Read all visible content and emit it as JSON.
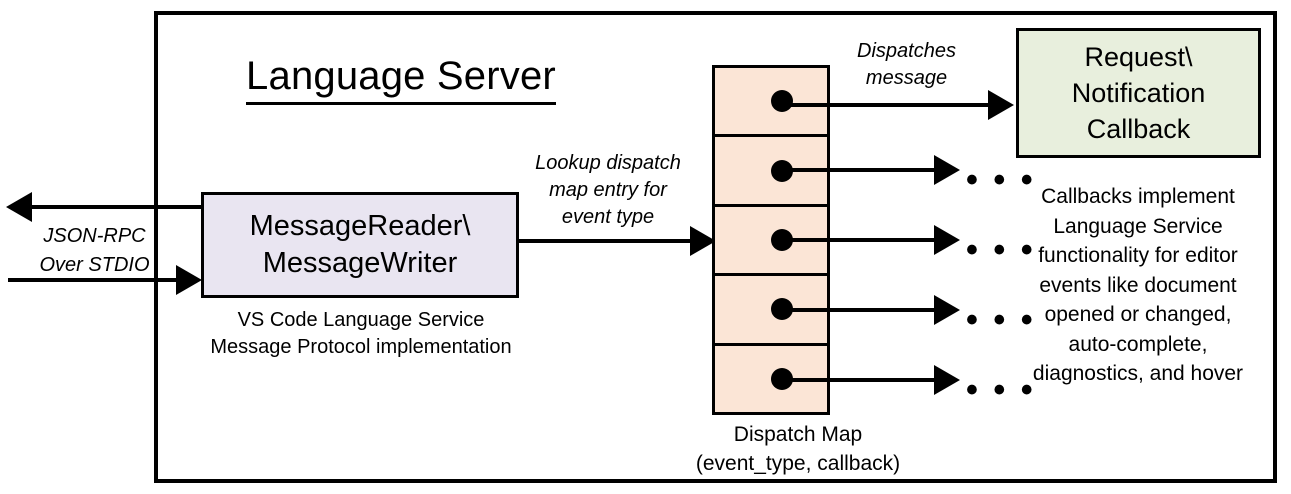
{
  "diagram": {
    "title": "Language Server",
    "frame_color": "#000000",
    "background": "#ffffff"
  },
  "nodes": {
    "message_reader": {
      "label": "MessageReader\\\nMessageWriter",
      "line1": "MessageReader\\",
      "line2": "MessageWriter",
      "fill": "#e9e5f1",
      "caption_line1": "VS Code Language Service",
      "caption_line2": "Message Protocol implementation"
    },
    "dispatch_map": {
      "fill": "#fbe5d6",
      "cell_count": 5,
      "caption_line1": "Dispatch Map",
      "caption_line2": "(event_type, callback)",
      "cells": [
        {
          "index": 1,
          "marker": "callback-dot"
        },
        {
          "index": 2,
          "marker": "callback-dot"
        },
        {
          "index": 3,
          "marker": "callback-dot"
        },
        {
          "index": 4,
          "marker": "callback-dot"
        },
        {
          "index": 5,
          "marker": "callback-dot"
        }
      ]
    },
    "callback": {
      "line1": "Request\\",
      "line2": "Notification",
      "line3": "Callback",
      "fill": "#e8efdd",
      "caption": "Callbacks implement Language Service functionality for editor events like document opened or changed, auto-complete, diagnostics, and hover",
      "caption_lines": [
        "Callbacks implement",
        "Language Service",
        "functionality for editor",
        "events like document",
        "opened or changed,",
        "auto-complete,",
        "diagnostics, and hover"
      ]
    }
  },
  "edges": {
    "external_io": {
      "label_line1": "JSON-RPC",
      "label_line2": "Over STDIO",
      "outbound_direction": "left",
      "inbound_direction": "right"
    },
    "lookup": {
      "label_line1": "Lookup dispatch",
      "label_line2": "map entry for",
      "label_line3": "event type"
    },
    "dispatch": {
      "label_line1": "Dispatches",
      "label_line2": "message"
    },
    "ellipsis": "• • •"
  }
}
